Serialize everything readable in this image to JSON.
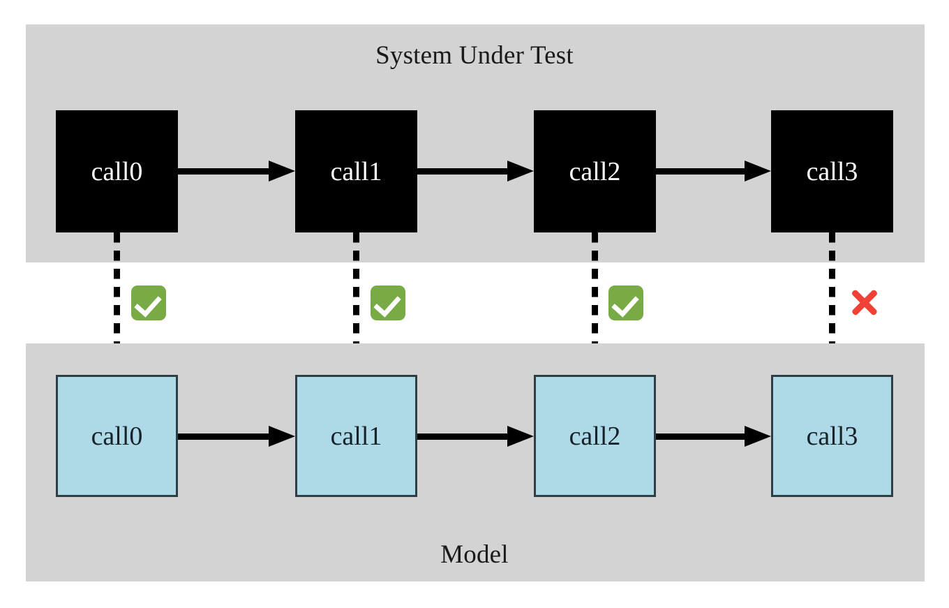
{
  "diagram": {
    "panels": {
      "sut": {
        "title": "System Under Test"
      },
      "model": {
        "title": "Model"
      }
    },
    "sut_nodes": [
      {
        "label": "call0"
      },
      {
        "label": "call1"
      },
      {
        "label": "call2"
      },
      {
        "label": "call3"
      }
    ],
    "model_nodes": [
      {
        "label": "call0"
      },
      {
        "label": "call1"
      },
      {
        "label": "call2"
      },
      {
        "label": "call3"
      }
    ],
    "comparisons": [
      {
        "icon": "check-mark-icon",
        "result": "match"
      },
      {
        "icon": "check-mark-icon",
        "result": "match"
      },
      {
        "icon": "check-mark-icon",
        "result": "match"
      },
      {
        "icon": "cross-mark-icon",
        "result": "mismatch"
      }
    ],
    "colors": {
      "panel_background": "#d3d3d3",
      "sut_node_fill": "#000000",
      "sut_node_text": "#ffffff",
      "model_node_fill": "#aed9e6",
      "model_node_border": "#2f3d44",
      "model_node_text": "#15222a",
      "arrow": "#000000",
      "check_green": "#78ab46",
      "cross_red": "#ef4136",
      "page_background": "#ffffff"
    }
  }
}
